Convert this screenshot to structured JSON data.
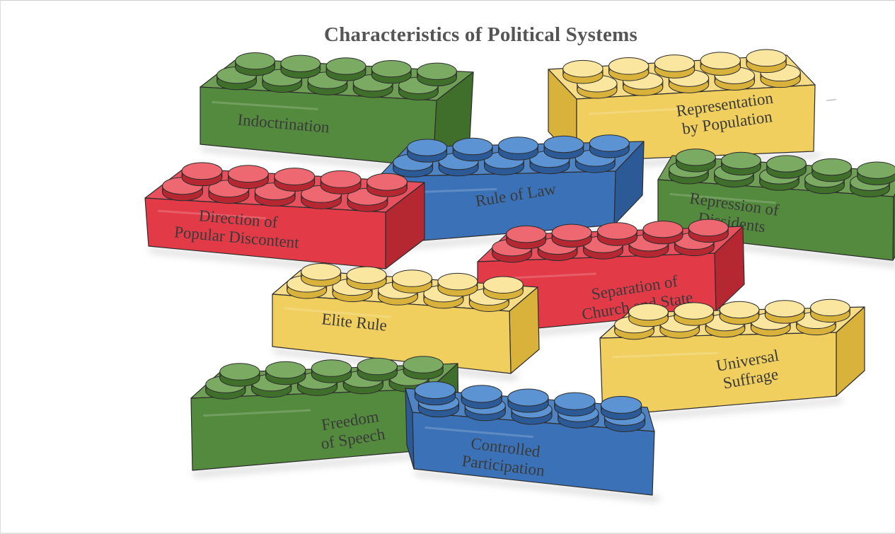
{
  "title": "Characteristics of Political Systems",
  "colors": {
    "green": {
      "top": "#6f9f55",
      "front": "#548a3d",
      "side": "#3f6f2b",
      "stud": "#7bab62"
    },
    "yellow": {
      "top": "#f6dc86",
      "front": "#f0cf5e",
      "side": "#d9b23c",
      "stud": "#fbe6a0"
    },
    "red": {
      "top": "#e7505c",
      "front": "#e23a47",
      "side": "#b52832",
      "stud": "#ee6872"
    },
    "blue": {
      "top": "#4f84c4",
      "front": "#3b72b7",
      "side": "#2b5a96",
      "stud": "#5b93d3"
    }
  },
  "bricks": [
    {
      "id": "indoctrination",
      "color": "green",
      "lines": [
        "Indoctrination"
      ]
    },
    {
      "id": "representation-by-population",
      "color": "yellow",
      "lines": [
        "Representation",
        "by Population"
      ]
    },
    {
      "id": "rule-of-law",
      "color": "blue",
      "lines": [
        "Rule of Law"
      ]
    },
    {
      "id": "direction-of-popular-discontent",
      "color": "red",
      "lines": [
        "Direction of",
        "Popular Discontent"
      ]
    },
    {
      "id": "repression-of-dissidents",
      "color": "green",
      "lines": [
        "Repression of",
        "Dissidents"
      ]
    },
    {
      "id": "separation-of-church-and-state",
      "color": "red",
      "lines": [
        "Separation of",
        "Church and State"
      ]
    },
    {
      "id": "elite-rule",
      "color": "yellow",
      "lines": [
        "Elite Rule"
      ]
    },
    {
      "id": "universal-suffrage",
      "color": "yellow",
      "lines": [
        "Universal",
        "Suffrage"
      ]
    },
    {
      "id": "freedom-of-speech",
      "color": "green",
      "lines": [
        "Freedom",
        "of Speech"
      ]
    },
    {
      "id": "controlled-participation",
      "color": "blue",
      "lines": [
        "Controlled",
        "Participation"
      ]
    }
  ]
}
